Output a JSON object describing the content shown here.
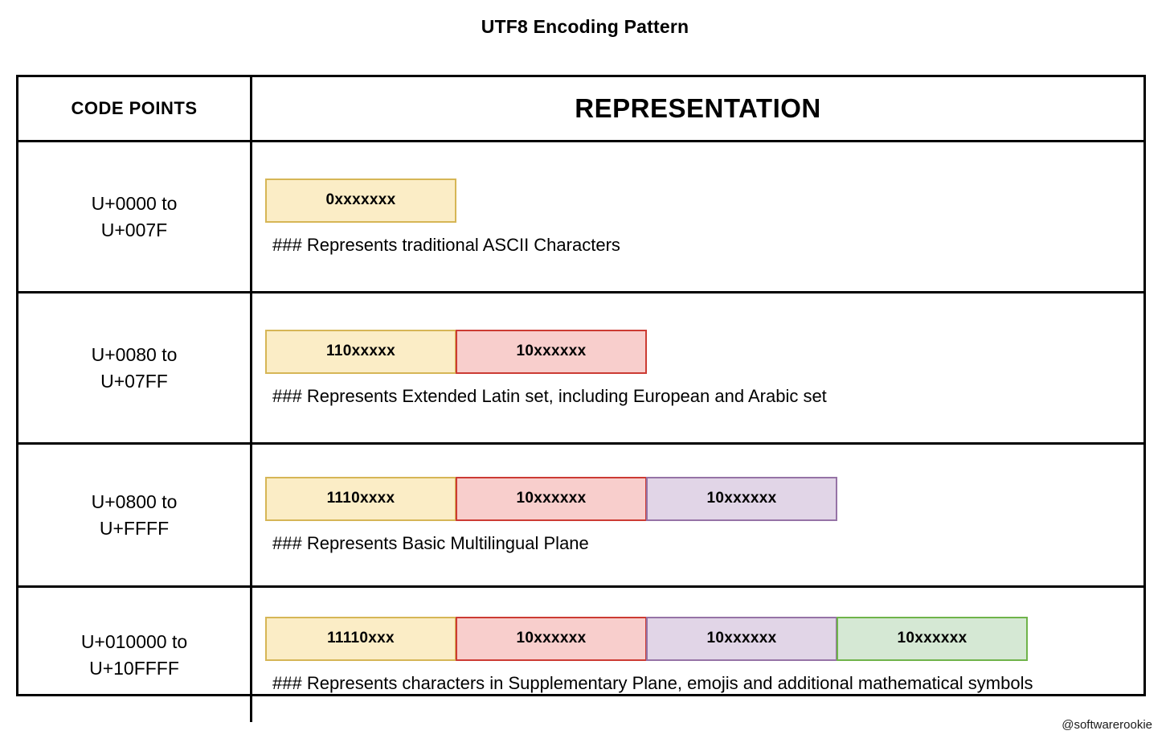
{
  "title": "UTF8 Encoding Pattern",
  "watermark": "@softwarerookie",
  "table": {
    "headers": {
      "code_points": "CODE POINTS",
      "representation": "REPRESENTATION"
    },
    "rows": [
      {
        "range_line1": "U+0000 to",
        "range_line2": "U+007F",
        "bytes": [
          {
            "label": "0xxxxxxx",
            "color_name": "yellow",
            "fill": "#FBEDC6",
            "stroke": "#D6B656"
          }
        ],
        "description": "### Represents traditional ASCII Characters"
      },
      {
        "range_line1": "U+0080 to",
        "range_line2": "U+07FF",
        "bytes": [
          {
            "label": "110xxxxx",
            "color_name": "yellow",
            "fill": "#FBEDC6",
            "stroke": "#D6B656"
          },
          {
            "label": "10xxxxxx",
            "color_name": "pink",
            "fill": "#F8CECC",
            "stroke": "#CC3B33"
          }
        ],
        "description": "### Represents Extended Latin set, including European and Arabic set"
      },
      {
        "range_line1": "U+0800 to",
        "range_line2": "U+FFFF",
        "bytes": [
          {
            "label": "1110xxxx",
            "color_name": "yellow",
            "fill": "#FBEDC6",
            "stroke": "#D6B656"
          },
          {
            "label": "10xxxxxx",
            "color_name": "pink",
            "fill": "#F8CECC",
            "stroke": "#CC3B33"
          },
          {
            "label": "10xxxxxx",
            "color_name": "purple",
            "fill": "#E1D5E7",
            "stroke": "#9673A6"
          }
        ],
        "description": "### Represents Basic Multilingual Plane"
      },
      {
        "range_line1": "U+010000 to",
        "range_line2": "U+10FFFF",
        "bytes": [
          {
            "label": "11110xxx",
            "color_name": "yellow",
            "fill": "#FBEDC6",
            "stroke": "#D6B656"
          },
          {
            "label": "10xxxxxx",
            "color_name": "pink",
            "fill": "#F8CECC",
            "stroke": "#CC3B33"
          },
          {
            "label": "10xxxxxx",
            "color_name": "purple",
            "fill": "#E1D5E7",
            "stroke": "#9673A6"
          },
          {
            "label": "10xxxxxx",
            "color_name": "green",
            "fill": "#D5E8D4",
            "stroke": "#6FB34A"
          }
        ],
        "description": "### Represents characters in Supplementary Plane, emojis and additional mathematical symbols"
      }
    ]
  }
}
